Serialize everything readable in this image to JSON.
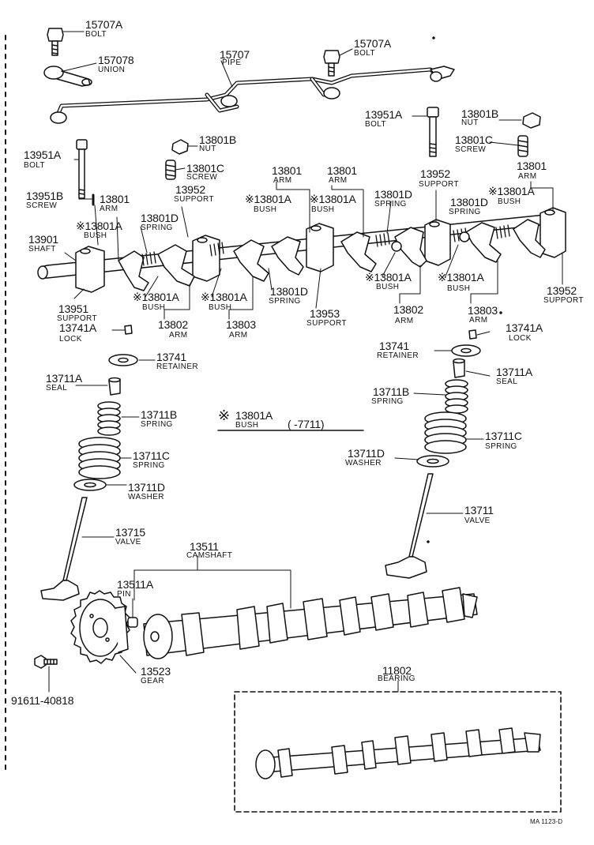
{
  "note": {
    "mark": "※",
    "part": "13801A",
    "name": "BUSH",
    "range": "(      -7711)"
  },
  "drawing_code": "MA 1123-D",
  "labels": [
    {
      "id": "bolt-15707a-a",
      "part": "15707A",
      "name": "BOLT"
    },
    {
      "id": "union-157078",
      "part": "157078",
      "name": "UNION"
    },
    {
      "id": "pipe-15707",
      "part": "15707",
      "name": "PIPE"
    },
    {
      "id": "bolt-15707a-b",
      "part": "15707A",
      "name": "BOLT"
    },
    {
      "id": "bolt-13951a-r",
      "part": "13951A",
      "name": "BOLT"
    },
    {
      "id": "nut-13801b-r",
      "part": "13801B",
      "name": "NUT"
    },
    {
      "id": "screw-13801c-r",
      "part": "13801C",
      "name": "SCREW"
    },
    {
      "id": "nut-13801b-l",
      "part": "13801B",
      "name": "NUT"
    },
    {
      "id": "screw-13801c-l",
      "part": "13801C",
      "name": "SCREW"
    },
    {
      "id": "bolt-13951a-l",
      "part": "13951A",
      "name": "BOLT"
    },
    {
      "id": "screw-13951b",
      "part": "13951B",
      "name": "SCREW"
    },
    {
      "id": "arm-13801-a",
      "part": "13801",
      "name": "ARM"
    },
    {
      "id": "support-13952-a",
      "part": "13952",
      "name": "SUPPORT"
    },
    {
      "id": "arm-13801-b",
      "part": "13801",
      "name": "ARM"
    },
    {
      "id": "arm-13801-c",
      "part": "13801",
      "name": "ARM"
    },
    {
      "id": "support-13952-b",
      "part": "13952",
      "name": "SUPPORT"
    },
    {
      "id": "arm-13801-d",
      "part": "13801",
      "name": "ARM"
    },
    {
      "id": "bush-13801a-a",
      "part": "※13801A",
      "name": "BUSH"
    },
    {
      "id": "spring-13801d-a",
      "part": "13801D",
      "name": "SPRING"
    },
    {
      "id": "bush-13801a-b",
      "part": "※13801A",
      "name": "BUSH"
    },
    {
      "id": "bush-13801a-c",
      "part": "※13801A",
      "name": "BUSH"
    },
    {
      "id": "spring-13801d-b",
      "part": "13801D",
      "name": "SPRING"
    },
    {
      "id": "spring-13801d-c",
      "part": "13801D",
      "name": "SPRING"
    },
    {
      "id": "bush-13801a-d",
      "part": "※13801A",
      "name": "BUSH"
    },
    {
      "id": "shaft-13901",
      "part": "13901",
      "name": "SHAFT"
    },
    {
      "id": "support-13951",
      "part": "13951",
      "name": "SUPPORT"
    },
    {
      "id": "bush-13801a-e",
      "part": "※13801A",
      "name": "BUSH"
    },
    {
      "id": "bush-13801a-f",
      "part": "※13801A",
      "name": "BUSH"
    },
    {
      "id": "spring-13801d-d",
      "part": "13801D",
      "name": "SPRING"
    },
    {
      "id": "support-13953",
      "part": "13953",
      "name": "SUPPORT"
    },
    {
      "id": "bush-13801a-g",
      "part": "※13801A",
      "name": "BUSH"
    },
    {
      "id": "bush-13801a-h",
      "part": "※13801A",
      "name": "BUSH"
    },
    {
      "id": "support-13952-c",
      "part": "13952",
      "name": "SUPPORT"
    },
    {
      "id": "arm-13802-a",
      "part": "13802",
      "name": "ARM"
    },
    {
      "id": "arm-13803-a",
      "part": "13803",
      "name": "ARM"
    },
    {
      "id": "arm-13802-b",
      "part": "13802",
      "name": "ARM"
    },
    {
      "id": "arm-13803-b",
      "part": "13803",
      "name": "ARM"
    },
    {
      "id": "lock-13741a-l",
      "part": "13741A",
      "name": "LOCK"
    },
    {
      "id": "lock-13741a-r",
      "part": "13741A",
      "name": "LOCK"
    },
    {
      "id": "retainer-13741-l",
      "part": "13741",
      "name": "RETAINER"
    },
    {
      "id": "retainer-13741-r",
      "part": "13741",
      "name": "RETAINER"
    },
    {
      "id": "seal-13711a-l",
      "part": "13711A",
      "name": "SEAL"
    },
    {
      "id": "seal-13711a-r",
      "part": "13711A",
      "name": "SEAL"
    },
    {
      "id": "spring-13711b-l",
      "part": "13711B",
      "name": "SPRING"
    },
    {
      "id": "spring-13711b-r",
      "part": "13711B",
      "name": "SPRING"
    },
    {
      "id": "spring-13711c-l",
      "part": "13711C",
      "name": "SPRING"
    },
    {
      "id": "spring-13711c-r",
      "part": "13711C",
      "name": "SPRING"
    },
    {
      "id": "washer-13711d-l",
      "part": "13711D",
      "name": "WASHER"
    },
    {
      "id": "washer-13711d-r",
      "part": "13711D",
      "name": "WASHER"
    },
    {
      "id": "valve-13715",
      "part": "13715",
      "name": "VALVE"
    },
    {
      "id": "valve-13711",
      "part": "13711",
      "name": "VALVE"
    },
    {
      "id": "camshaft-13511",
      "part": "13511",
      "name": "CAMSHAFT"
    },
    {
      "id": "pin-13511a",
      "part": "13511A",
      "name": "PIN"
    },
    {
      "id": "gear-13523",
      "part": "13523",
      "name": "GEAR"
    },
    {
      "id": "bolt-91611",
      "part": "91611-40818",
      "name": ""
    },
    {
      "id": "bearing-11802",
      "part": "11802",
      "name": "BEARING"
    }
  ]
}
